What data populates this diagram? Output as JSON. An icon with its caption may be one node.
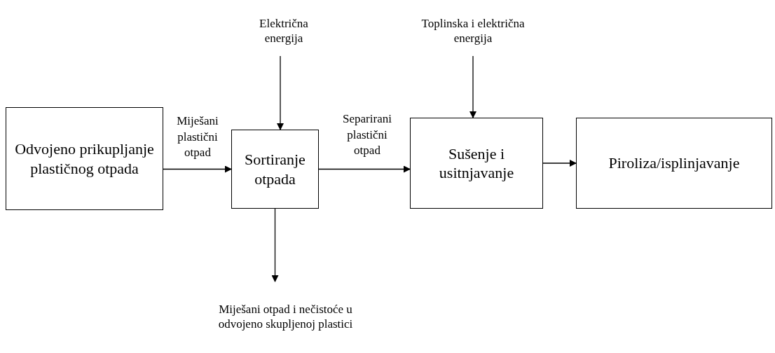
{
  "diagram": {
    "nodes": [
      {
        "text": [
          "Odvojeno prikupljanje plastičnog otpada"
        ]
      },
      {
        "text": [
          "Sortiranje otpada"
        ]
      },
      {
        "text": [
          "Sušenje i usitnjavanje"
        ]
      },
      {
        "text": [
          "Piroliza/isplinjavanje"
        ]
      },
      {
        "text": [
          "Električna energija"
        ]
      },
      {
        "text": [
          "Toplinska i električna energija"
        ]
      },
      {
        "text": [
          "Miješani otpad i nečistoće u odvojeno skupljenoj plastici"
        ]
      }
    ],
    "edges": [
      {
        "from": 0,
        "to": 1,
        "arrow": "to",
        "label": "Miješani plastični otpad"
      },
      {
        "from": 4,
        "to": 1,
        "arrow": "to"
      },
      {
        "from": 1,
        "to": 2,
        "arrow": "to",
        "label": "Separirani plastični otpad"
      },
      {
        "from": 5,
        "to": 2,
        "arrow": "to"
      },
      {
        "from": 2,
        "to": 3,
        "arrow": "to"
      },
      {
        "from": 1,
        "to": 6,
        "arrow": "to"
      }
    ]
  }
}
